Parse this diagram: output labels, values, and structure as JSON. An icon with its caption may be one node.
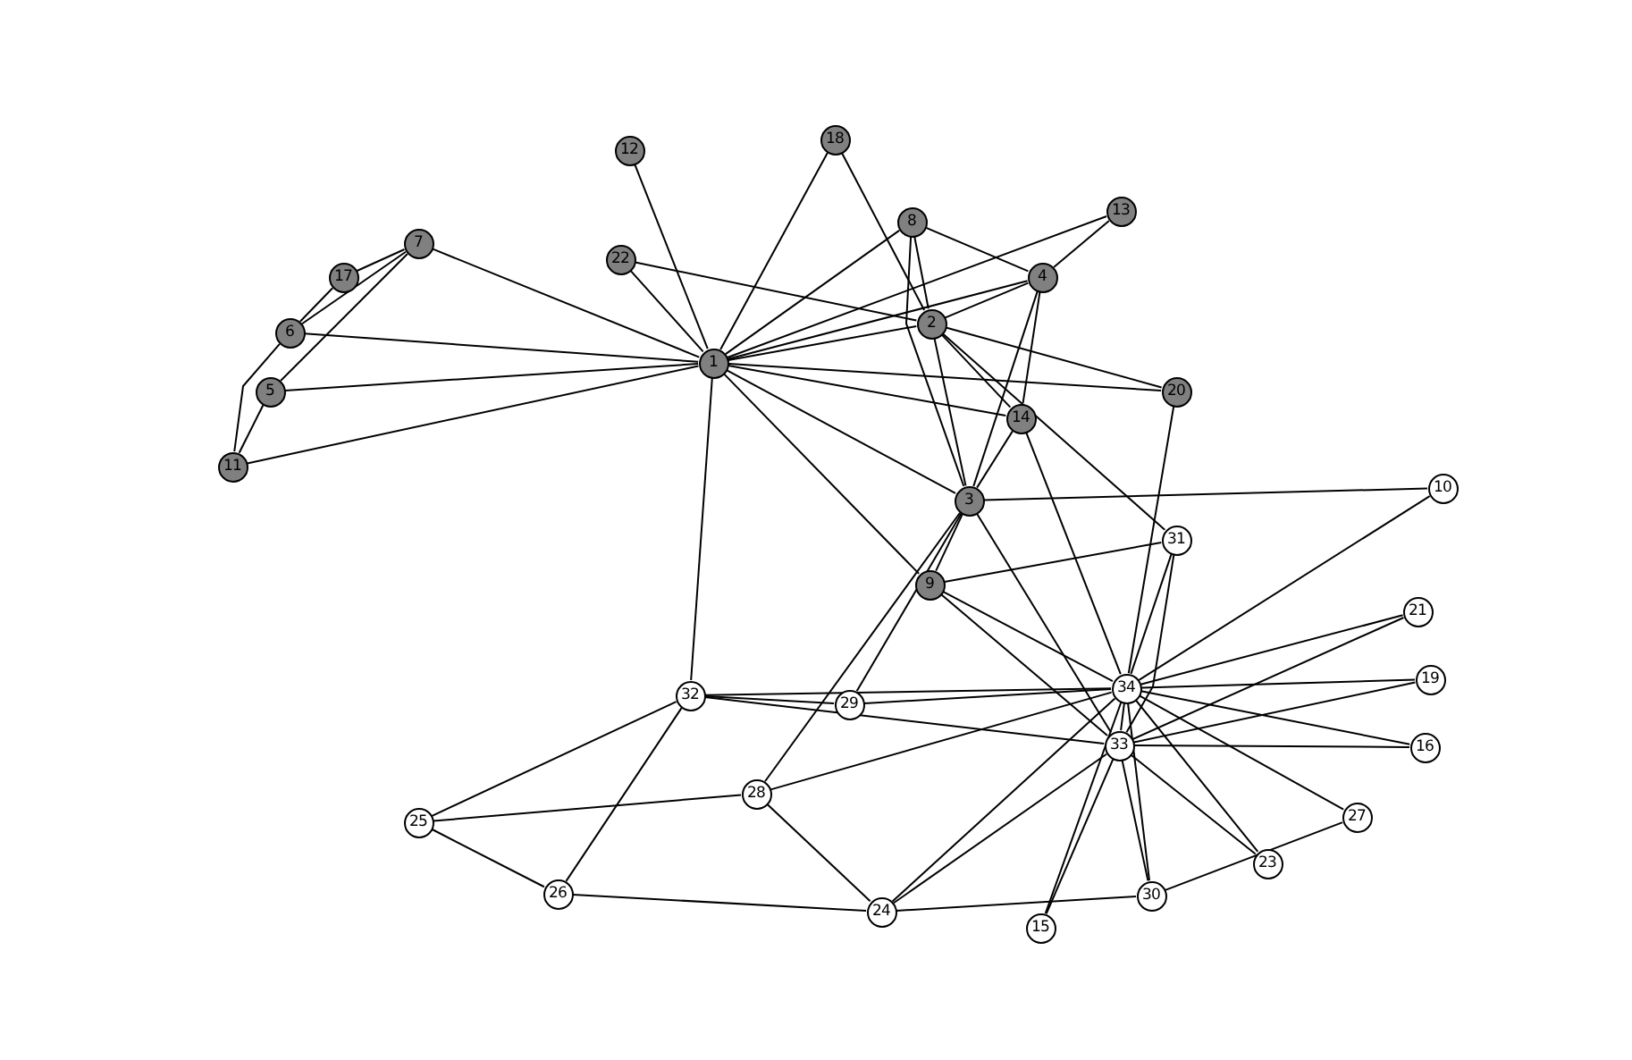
{
  "diagram": {
    "nodes": [
      {
        "text": [
          "1"
        ]
      },
      {
        "text": [
          "2"
        ]
      },
      {
        "text": [
          "3"
        ]
      },
      {
        "text": [
          "4"
        ]
      },
      {
        "text": [
          "5"
        ]
      },
      {
        "text": [
          "6"
        ]
      },
      {
        "text": [
          "7"
        ]
      },
      {
        "text": [
          "8"
        ]
      },
      {
        "text": [
          "9"
        ]
      },
      {
        "text": [
          "10"
        ]
      },
      {
        "text": [
          "11"
        ]
      },
      {
        "text": [
          "12"
        ]
      },
      {
        "text": [
          "13"
        ]
      },
      {
        "text": [
          "14"
        ]
      },
      {
        "text": [
          "15"
        ]
      },
      {
        "text": [
          "16"
        ]
      },
      {
        "text": [
          "17"
        ]
      },
      {
        "text": [
          "18"
        ]
      },
      {
        "text": [
          "19"
        ]
      },
      {
        "text": [
          "20"
        ]
      },
      {
        "text": [
          "21"
        ]
      },
      {
        "text": [
          "22"
        ]
      },
      {
        "text": [
          "23"
        ]
      },
      {
        "text": [
          "24"
        ]
      },
      {
        "text": [
          "25"
        ]
      },
      {
        "text": [
          "26"
        ]
      },
      {
        "text": [
          "27"
        ]
      },
      {
        "text": [
          "28"
        ]
      },
      {
        "text": [
          "29"
        ]
      },
      {
        "text": [
          "30"
        ]
      },
      {
        "text": [
          "31"
        ]
      },
      {
        "text": [
          "32"
        ]
      },
      {
        "text": [
          "33"
        ]
      },
      {
        "text": [
          "34"
        ]
      }
    ],
    "edges": [
      {
        "from": 0,
        "to": 1,
        "arrow": "none"
      },
      {
        "from": 0,
        "to": 2,
        "arrow": "none"
      },
      {
        "from": 0,
        "to": 3,
        "arrow": "none"
      },
      {
        "from": 0,
        "to": 4,
        "arrow": "none"
      },
      {
        "from": 0,
        "to": 5,
        "arrow": "none"
      },
      {
        "from": 0,
        "to": 6,
        "arrow": "none"
      },
      {
        "from": 0,
        "to": 7,
        "arrow": "none"
      },
      {
        "from": 0,
        "to": 8,
        "arrow": "none"
      },
      {
        "from": 0,
        "to": 10,
        "arrow": "none"
      },
      {
        "from": 0,
        "to": 11,
        "arrow": "none"
      },
      {
        "from": 0,
        "to": 12,
        "arrow": "none"
      },
      {
        "from": 0,
        "to": 13,
        "arrow": "none"
      },
      {
        "from": 0,
        "to": 17,
        "arrow": "none"
      },
      {
        "from": 0,
        "to": 19,
        "arrow": "none"
      },
      {
        "from": 0,
        "to": 21,
        "arrow": "none"
      },
      {
        "from": 0,
        "to": 31,
        "arrow": "none"
      },
      {
        "from": 1,
        "to": 2,
        "arrow": "none"
      },
      {
        "from": 1,
        "to": 3,
        "arrow": "none"
      },
      {
        "from": 1,
        "to": 7,
        "arrow": "none"
      },
      {
        "from": 1,
        "to": 13,
        "arrow": "none"
      },
      {
        "from": 1,
        "to": 17,
        "arrow": "none"
      },
      {
        "from": 1,
        "to": 19,
        "arrow": "none"
      },
      {
        "from": 1,
        "to": 21,
        "arrow": "none"
      },
      {
        "from": 1,
        "to": 30,
        "arrow": "none"
      },
      {
        "from": 2,
        "to": 3,
        "arrow": "none"
      },
      {
        "from": 2,
        "to": 7,
        "arrow": "none"
      },
      {
        "from": 2,
        "to": 8,
        "arrow": "none"
      },
      {
        "from": 2,
        "to": 9,
        "arrow": "none"
      },
      {
        "from": 2,
        "to": 13,
        "arrow": "none"
      },
      {
        "from": 2,
        "to": 27,
        "arrow": "none"
      },
      {
        "from": 2,
        "to": 28,
        "arrow": "none"
      },
      {
        "from": 2,
        "to": 32,
        "arrow": "none"
      },
      {
        "from": 3,
        "to": 7,
        "arrow": "none"
      },
      {
        "from": 3,
        "to": 12,
        "arrow": "none"
      },
      {
        "from": 3,
        "to": 13,
        "arrow": "none"
      },
      {
        "from": 4,
        "to": 6,
        "arrow": "none"
      },
      {
        "from": 4,
        "to": 10,
        "arrow": "none"
      },
      {
        "from": 5,
        "to": 6,
        "arrow": "none"
      },
      {
        "from": 5,
        "to": 10,
        "arrow": "none"
      },
      {
        "from": 5,
        "to": 16,
        "arrow": "none"
      },
      {
        "from": 6,
        "to": 16,
        "arrow": "none"
      },
      {
        "from": 8,
        "to": 30,
        "arrow": "none"
      },
      {
        "from": 8,
        "to": 32,
        "arrow": "none"
      },
      {
        "from": 8,
        "to": 33,
        "arrow": "none"
      },
      {
        "from": 9,
        "to": 33,
        "arrow": "none"
      },
      {
        "from": 13,
        "to": 33,
        "arrow": "none"
      },
      {
        "from": 14,
        "to": 32,
        "arrow": "none"
      },
      {
        "from": 14,
        "to": 33,
        "arrow": "none"
      },
      {
        "from": 15,
        "to": 32,
        "arrow": "none"
      },
      {
        "from": 15,
        "to": 33,
        "arrow": "none"
      },
      {
        "from": 18,
        "to": 32,
        "arrow": "none"
      },
      {
        "from": 18,
        "to": 33,
        "arrow": "none"
      },
      {
        "from": 19,
        "to": 33,
        "arrow": "none"
      },
      {
        "from": 20,
        "to": 32,
        "arrow": "none"
      },
      {
        "from": 20,
        "to": 33,
        "arrow": "none"
      },
      {
        "from": 22,
        "to": 32,
        "arrow": "none"
      },
      {
        "from": 22,
        "to": 33,
        "arrow": "none"
      },
      {
        "from": 23,
        "to": 25,
        "arrow": "none"
      },
      {
        "from": 23,
        "to": 27,
        "arrow": "none"
      },
      {
        "from": 23,
        "to": 29,
        "arrow": "none"
      },
      {
        "from": 23,
        "to": 32,
        "arrow": "none"
      },
      {
        "from": 23,
        "to": 33,
        "arrow": "none"
      },
      {
        "from": 24,
        "to": 25,
        "arrow": "none"
      },
      {
        "from": 24,
        "to": 27,
        "arrow": "none"
      },
      {
        "from": 24,
        "to": 31,
        "arrow": "none"
      },
      {
        "from": 25,
        "to": 31,
        "arrow": "none"
      },
      {
        "from": 26,
        "to": 29,
        "arrow": "none"
      },
      {
        "from": 26,
        "to": 33,
        "arrow": "none"
      },
      {
        "from": 27,
        "to": 33,
        "arrow": "none"
      },
      {
        "from": 28,
        "to": 31,
        "arrow": "none"
      },
      {
        "from": 28,
        "to": 33,
        "arrow": "none"
      },
      {
        "from": 29,
        "to": 32,
        "arrow": "none"
      },
      {
        "from": 29,
        "to": 33,
        "arrow": "none"
      },
      {
        "from": 30,
        "to": 32,
        "arrow": "none"
      },
      {
        "from": 30,
        "to": 33,
        "arrow": "none"
      },
      {
        "from": 31,
        "to": 32,
        "arrow": "none"
      },
      {
        "from": 31,
        "to": 33,
        "arrow": "none"
      },
      {
        "from": 32,
        "to": 33,
        "arrow": "none"
      }
    ]
  }
}
